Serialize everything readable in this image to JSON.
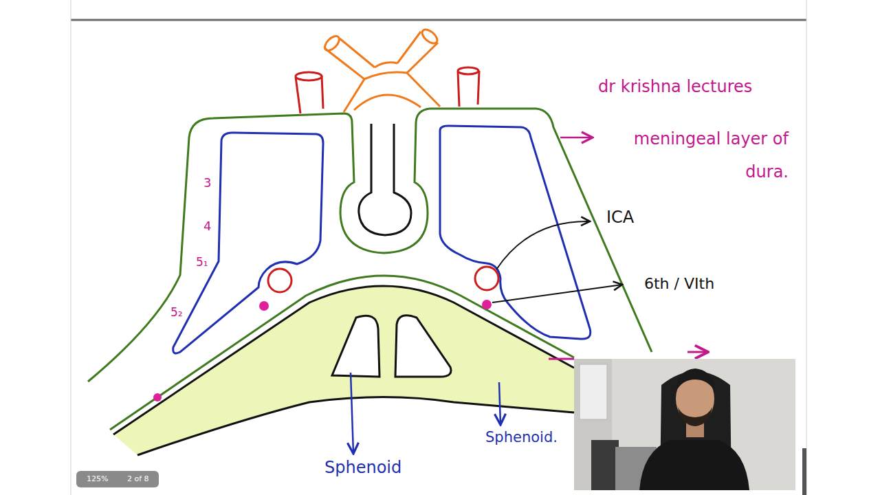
{
  "diagram": {
    "labels": [
      "dr krishna lectures",
      "meningeal layer of dura.",
      "3",
      "4",
      "5₁",
      "5₂",
      "ICA",
      "6th / VIth",
      "Sphenoid",
      "Sphenoid.",
      "125%",
      "2 of 8"
    ]
  }
}
